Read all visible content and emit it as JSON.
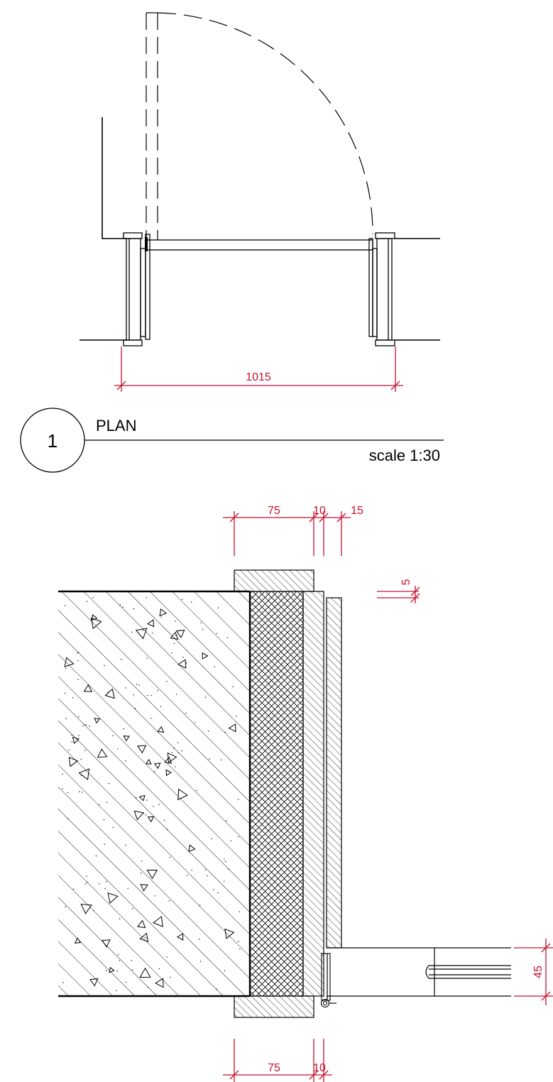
{
  "colors": {
    "line": "#000000",
    "dimension": "#c8102e",
    "background": "#ffffff"
  },
  "plan": {
    "view_number": "1",
    "title": "PLAN",
    "scale": "scale 1:30",
    "width_dimension": "1015"
  },
  "section": {
    "top_dims": [
      "75",
      "10",
      "15"
    ],
    "small_dim": "5",
    "side_dim": "45",
    "bottom_dims": [
      "75",
      "10"
    ]
  }
}
